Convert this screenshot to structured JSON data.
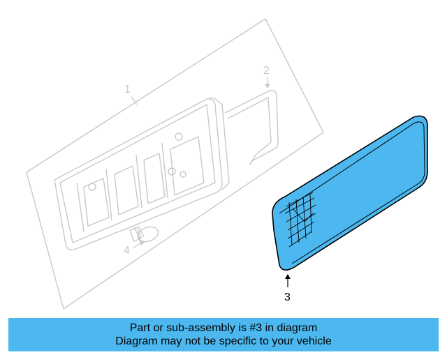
{
  "callouts": {
    "part1": "1",
    "part2": "2",
    "part3": "3",
    "part4": "4"
  },
  "banner": {
    "line1": "Part or sub-assembly is #3 in diagram",
    "line2": "Diagram may not be specific to your vehicle"
  },
  "colors": {
    "highlight": "#4cb8ef",
    "faded_line": "#c8c8c8",
    "outline": "#000000"
  }
}
